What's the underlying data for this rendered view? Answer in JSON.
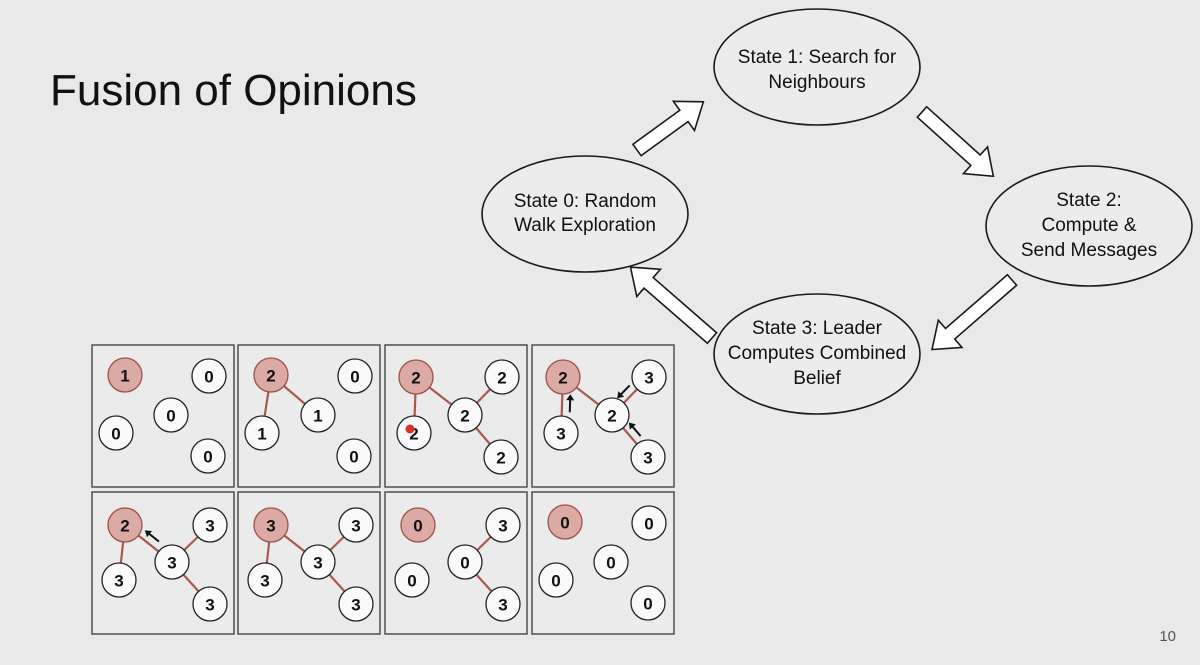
{
  "slide": {
    "title": "Fusion of Opinions",
    "page_number": "10"
  },
  "cycle": {
    "states": [
      {
        "id": "s0",
        "lines": [
          "State 0: Random",
          "Walk Exploration"
        ]
      },
      {
        "id": "s1",
        "lines": [
          "State 1: Search for",
          "Neighbours"
        ]
      },
      {
        "id": "s2",
        "lines": [
          "State 2:",
          "Compute &",
          "Send Messages"
        ]
      },
      {
        "id": "s3",
        "lines": [
          "State 3: Leader",
          "Computes Combined",
          "Belief"
        ]
      }
    ],
    "transitions": [
      [
        "s0",
        "s1"
      ],
      [
        "s1",
        "s2"
      ],
      [
        "s2",
        "s3"
      ],
      [
        "s3",
        "s0"
      ]
    ]
  },
  "panels": [
    {
      "nodes": [
        "1",
        "0",
        "0",
        "0",
        "0"
      ],
      "edges": []
    },
    {
      "nodes": [
        "2",
        "0",
        "1",
        "1",
        "0"
      ],
      "edges": [
        [
          0,
          2
        ],
        [
          0,
          3
        ]
      ]
    },
    {
      "nodes": [
        "2",
        "2",
        "2",
        "2",
        "2"
      ],
      "edges": [
        [
          0,
          2
        ],
        [
          0,
          3
        ],
        [
          2,
          1
        ],
        [
          2,
          4
        ]
      ],
      "marker_dot_on_node": 3
    },
    {
      "nodes": [
        "2",
        "3",
        "2",
        "3",
        "3"
      ],
      "edges": [
        [
          0,
          2
        ],
        [
          0,
          3
        ],
        [
          2,
          1
        ],
        [
          2,
          4
        ]
      ],
      "arrows_toward": "leader"
    },
    {
      "nodes": [
        "2",
        "3",
        "3",
        "3",
        "3"
      ],
      "edges": [
        [
          0,
          3
        ],
        [
          0,
          2
        ],
        [
          2,
          1
        ],
        [
          2,
          4
        ]
      ],
      "arrows_toward": "leader"
    },
    {
      "nodes": [
        "3",
        "3",
        "3",
        "3",
        "3"
      ],
      "edges": [
        [
          0,
          3
        ],
        [
          0,
          2
        ],
        [
          2,
          1
        ],
        [
          2,
          4
        ]
      ]
    },
    {
      "nodes": [
        "0",
        "3",
        "0",
        "0",
        "3"
      ],
      "edges": [
        [
          2,
          1
        ],
        [
          2,
          4
        ]
      ]
    },
    {
      "nodes": [
        "0",
        "0",
        "0",
        "0",
        "0"
      ],
      "edges": []
    }
  ],
  "colors": {
    "background": "#e9e9e9",
    "leader_fill": "#dbaaa5",
    "edge": "#a85a4e",
    "marker_dot": "#d6322b"
  }
}
